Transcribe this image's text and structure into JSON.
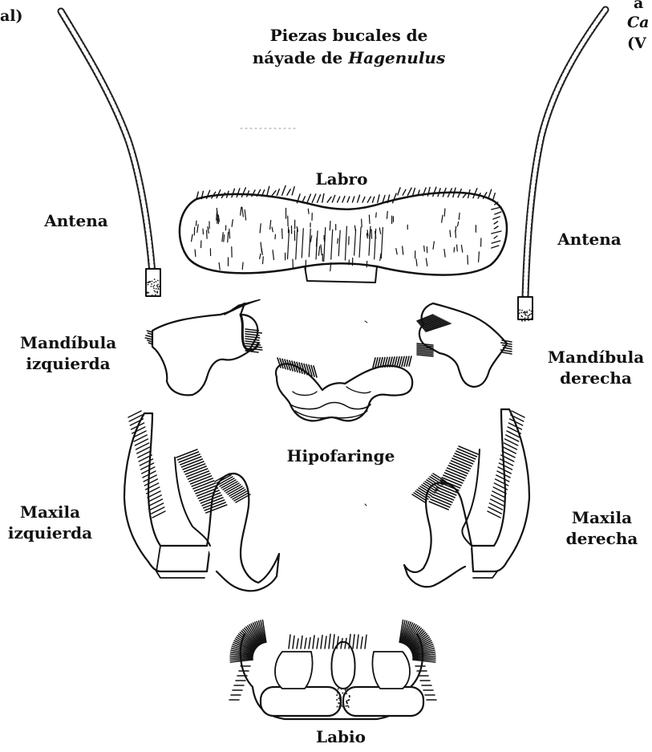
{
  "corner_left": "al)",
  "corner_right": [
    "a",
    "Ca",
    "(V"
  ],
  "title": {
    "line1": "Piezas bucales de",
    "line2_prefix": "náyade de ",
    "line2_genus": "Hagenulus"
  },
  "labels": {
    "labro": "Labro",
    "antena_left": "Antena",
    "antena_right": "Antena",
    "mandibula_izquierda": [
      "Mandíbula",
      "izquierda"
    ],
    "mandibula_derecha": [
      "Mandíbula",
      "derecha"
    ],
    "hipofaringe": "Hipofaringe",
    "maxila_izquierda": [
      "Maxila",
      "izquierda"
    ],
    "maxila_derecha": [
      "Maxila",
      "derecha"
    ],
    "labio": "Labio"
  },
  "colors": {
    "ink": "#111111",
    "paper": "#ffffff"
  }
}
